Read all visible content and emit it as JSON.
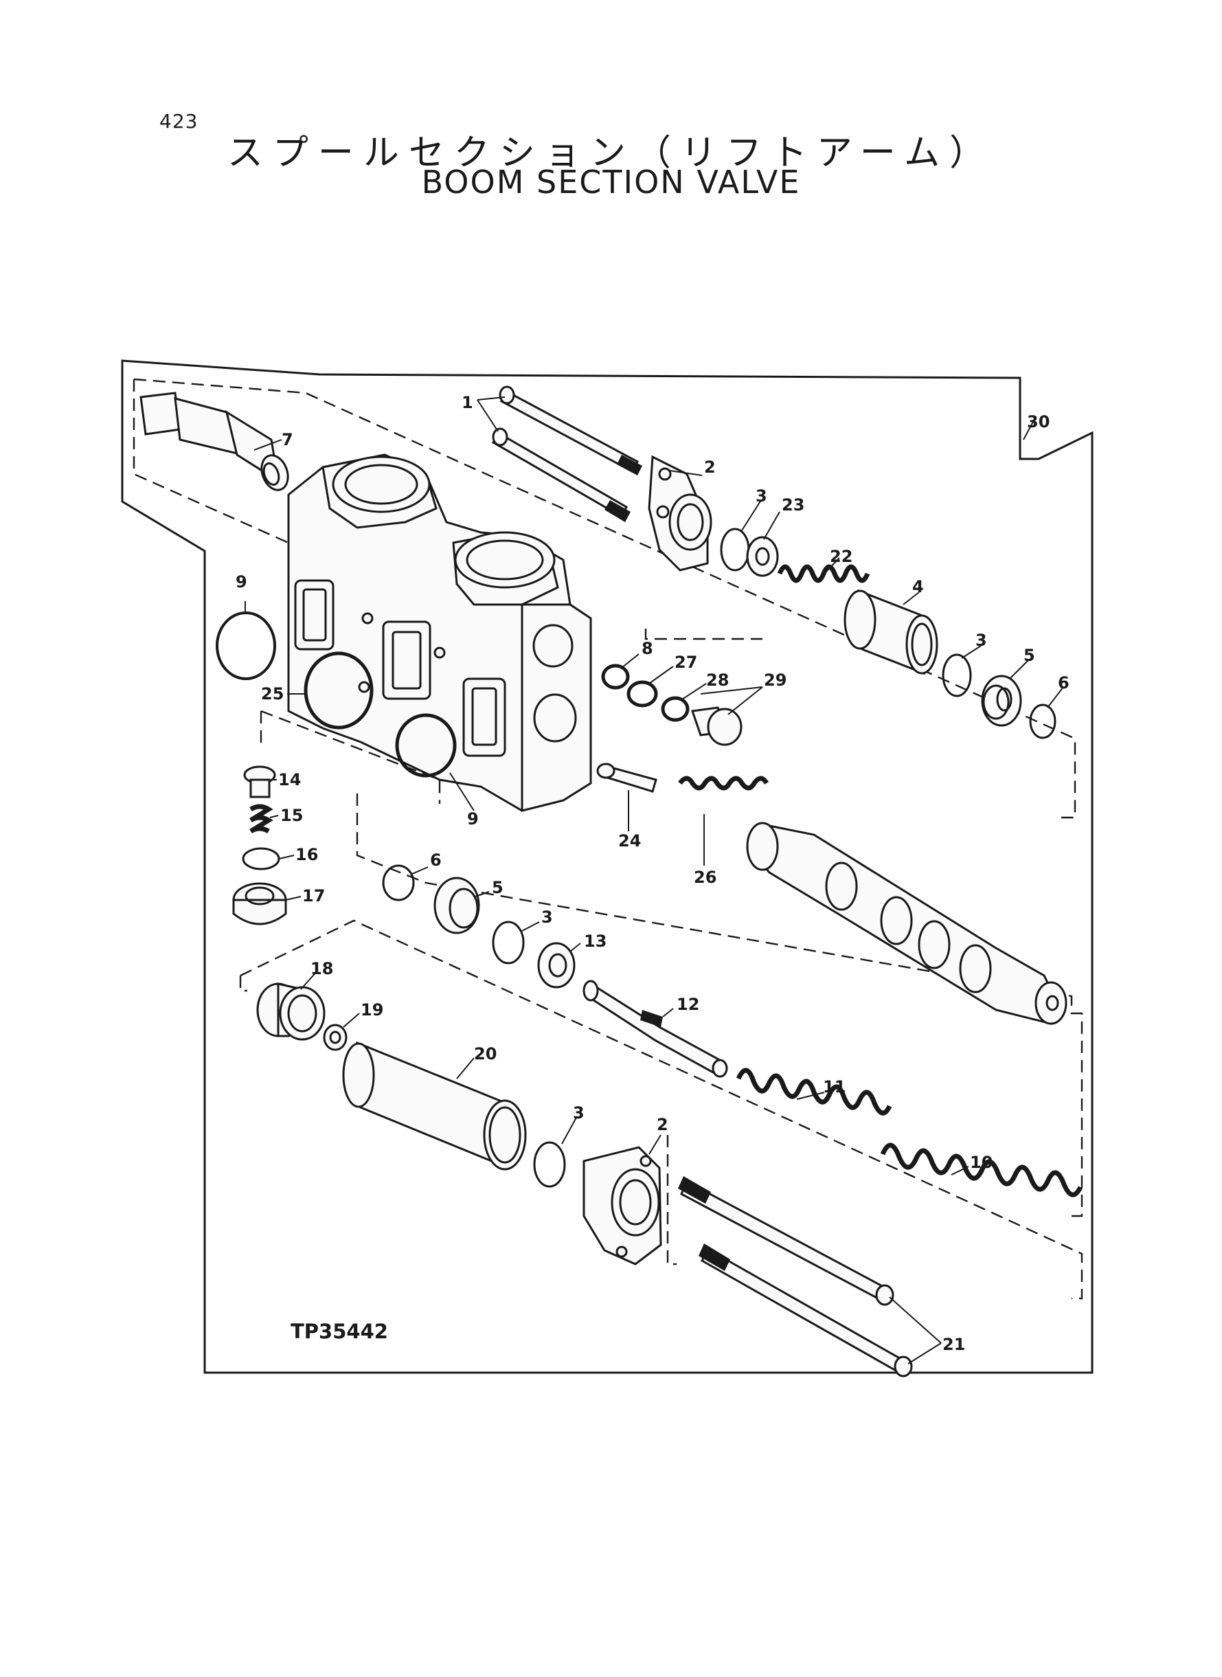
{
  "page": {
    "number": "423",
    "title_jp": "スプールセクション（リフトアーム）",
    "title_en": "BOOM SECTION VALVE",
    "drawing_number": "TP35442"
  },
  "callouts": {
    "c1": "1",
    "c2a": "2",
    "c2b": "2",
    "c3a": "3",
    "c3b": "3",
    "c3c": "3",
    "c3d": "3",
    "c5a": "5",
    "c5b": "5",
    "c6a": "6",
    "c6b": "6",
    "c7": "7",
    "c8": "8",
    "c9a": "9",
    "c9b": "9",
    "c10": "10",
    "c11": "11",
    "c12": "12",
    "c13": "13",
    "c14": "14",
    "c15": "15",
    "c16": "16",
    "c17": "17",
    "c18": "18",
    "c19": "19",
    "c20": "20",
    "c21": "21",
    "c22": "22",
    "c23": "23",
    "c24": "24",
    "c25": "25",
    "c26": "26",
    "c27": "27",
    "c28": "28",
    "c29": "29",
    "c30": "30",
    "c4": "4"
  }
}
